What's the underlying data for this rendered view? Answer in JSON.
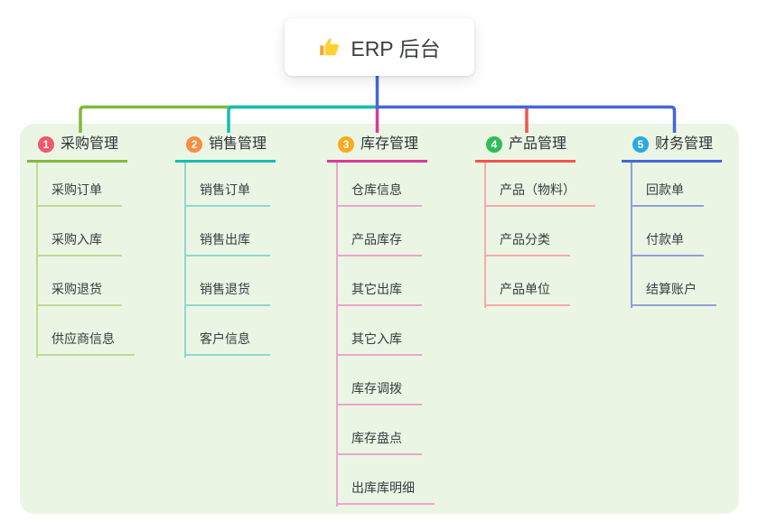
{
  "root": {
    "title": "ERP 后台",
    "icon": "thumbs-up"
  },
  "canvas": {
    "page_bg": "#ffffff",
    "panel_bg": "#eaf6e3",
    "connector_color": "#4467d8",
    "root_text_color": "#3b4045",
    "heading_text_color": "#2d3238",
    "item_text_color": "#363c42",
    "icon_colors": {
      "thumb": "#fdd231",
      "cuff": "#f0a73b"
    }
  },
  "branches": [
    {
      "index": "1",
      "label": "采购管理",
      "badge_color": "#f3566b",
      "line_color": "#7fba3d",
      "child_line_color": "#bedb97",
      "children": [
        "采购订单",
        "采购入库",
        "采购退货",
        "供应商信息"
      ]
    },
    {
      "index": "2",
      "label": "销售管理",
      "badge_color": "#f78e41",
      "line_color": "#17bcb2",
      "child_line_color": "#8ed8d2",
      "children": [
        "销售订单",
        "销售出库",
        "销售退货",
        "客户信息"
      ]
    },
    {
      "index": "3",
      "label": "库存管理",
      "badge_color": "#fbaa1c",
      "line_color": "#d83a97",
      "child_line_color": "#efa3cd",
      "children": [
        "仓库信息",
        "产品库存",
        "其它出库",
        "其它入库",
        "库存调拨",
        "库存盘点",
        "出库库明细"
      ]
    },
    {
      "index": "4",
      "label": "产品管理",
      "badge_color": "#2ebd59",
      "line_color": "#f4534e",
      "child_line_color": "#f9a9a6",
      "children": [
        "产品（物料）",
        "产品分类",
        "产品单位"
      ]
    },
    {
      "index": "5",
      "label": "财务管理",
      "badge_color": "#2aa9e0",
      "line_color": "#4467d8",
      "child_line_color": "#8fa0d9",
      "children": [
        "回款单",
        "付款单",
        "结算账户"
      ]
    }
  ]
}
